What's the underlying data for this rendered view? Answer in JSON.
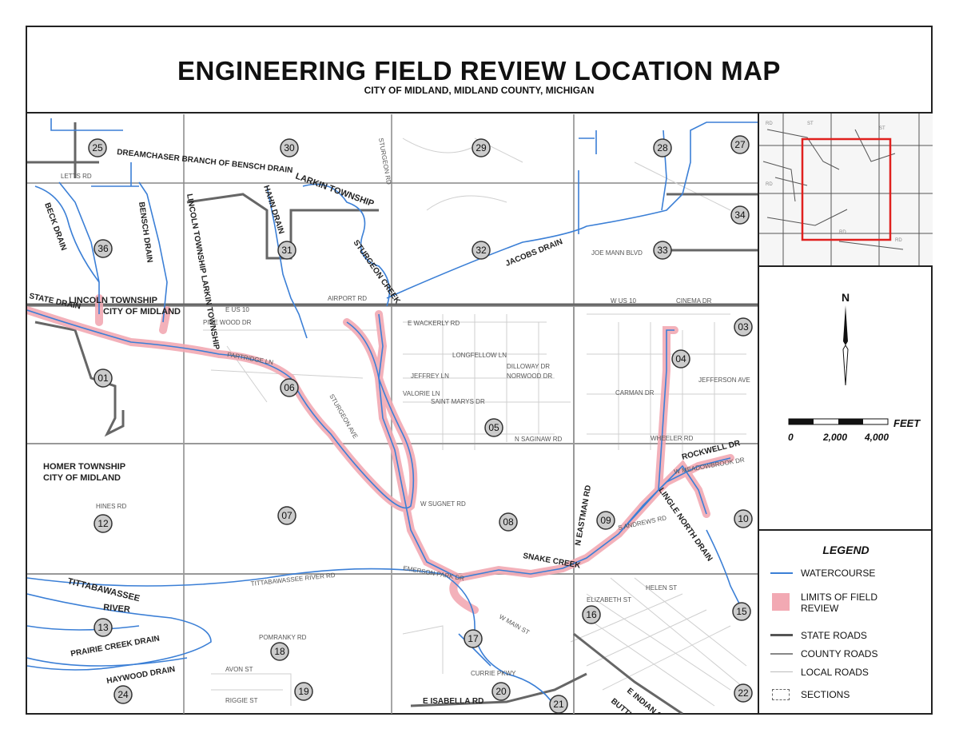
{
  "title": "ENGINEERING FIELD REVIEW LOCATION MAP",
  "subtitle": "CITY OF MIDLAND, MIDLAND COUNTY, MICHIGAN",
  "sections": [
    "25",
    "30",
    "29",
    "28",
    "27",
    "36",
    "31",
    "32",
    "33",
    "34",
    "01",
    "06",
    "05",
    "04",
    "03",
    "12",
    "07",
    "08",
    "09",
    "10",
    "13",
    "18",
    "17",
    "16",
    "15",
    "24",
    "19",
    "20",
    "21",
    "22"
  ],
  "drains": {
    "dreamchaser": "DREAMCHASER BRANCH OF BENSCH DRAIN",
    "beck": "BECK DRAIN",
    "bensch": "BENSCH DRAIN",
    "hahn": "HAHN DRAIN",
    "sturgeon": "STURGEON CREEK",
    "jacobs": "JACOBS DRAIN",
    "state": "STATE DRAIN",
    "snake": "SNAKE CREEK",
    "rockwell": "ROCKWELL DR",
    "lingle": "LINGLE NORTH DRAIN",
    "prairie": "PRAIRIE CREEK DRAIN",
    "haywood": "HAYWOOD DRAIN",
    "tittabawassee": "TITTABAWASSEE",
    "river": "RIVER"
  },
  "townships": {
    "larkin": "LARKIN TOWNSHIP",
    "lincoln_larkin": "LINCOLN TOWNSHIP LARKIN TOWNSHIP",
    "lincoln": "LINCOLN TOWNSHIP",
    "city1": "CITY OF MIDLAND",
    "homer": "HOMER TOWNSHIP",
    "city2": "CITY OF MIDLAND"
  },
  "roads": {
    "letts": "LETTS RD",
    "airport": "AIRPORT RD",
    "us10e": "E US 10",
    "us10w": "W US 10",
    "wackerly": "E WACKERLY RD",
    "joemann": "JOE MANN BLVD",
    "longfellow": "LONGFELLOW LN",
    "dilloway": "DILLOWAY DR",
    "norwood": "NORWOOD DR",
    "jeffrey": "JEFFREY LN",
    "valorie": "VALORIE LN",
    "saintmarys": "SAINT MARYS DR",
    "nsaginaw": "N SAGINAW RD",
    "wsugnet": "W SUGNET RD",
    "hines": "HINES RD",
    "tittriver": "TITTABAWASSEE RIVER RD",
    "pomranky": "POMRANKY RD",
    "avon": "AVON ST",
    "riggie": "RIGGIE ST",
    "eisabella": "E ISABELLA RD",
    "eastman": "N EASTMAN RD",
    "eindian": "E INDIAN ST",
    "buttles": "BUTTLES ST",
    "wheeler": "WHEELER RD",
    "wmeadowbrook": "W MEADOWBROOK DR",
    "sandrews": "S ANDREWS RD",
    "elizabeth": "ELIZABETH ST",
    "helen": "HELEN ST",
    "currie": "CURRIE PKWY",
    "wmain": "W MAIN ST",
    "partridge": "PARTRIDGE LN",
    "pinewood": "PINE WOOD DR",
    "emerson": "EMERSON PARK DR",
    "sturgeonrd": "STURGEON RD",
    "jefferson": "JEFFERSON AVE",
    "carman": "CARMAN DR",
    "sturgeonrd2": "STURGEON AVE",
    "cinema": "CINEMA DR"
  },
  "legend": {
    "title": "LEGEND",
    "items": [
      {
        "label": "WATERCOURSE"
      },
      {
        "label": "LIMITS OF FIELD REVIEW"
      },
      {
        "label": "STATE ROADS"
      },
      {
        "label": "COUNTY ROADS"
      },
      {
        "label": "LOCAL ROADS"
      },
      {
        "label": "SECTIONS"
      }
    ]
  },
  "north": "N",
  "scale": {
    "unit": "FEET",
    "ticks": [
      "0",
      "2,000",
      "4,000"
    ]
  },
  "colors": {
    "water": "#3b7fd6",
    "review": "#f2a9b3",
    "state_road": "#555555",
    "county_road": "#888888",
    "local_road": "#bbbbbb",
    "inset_box": "#e0201e"
  }
}
